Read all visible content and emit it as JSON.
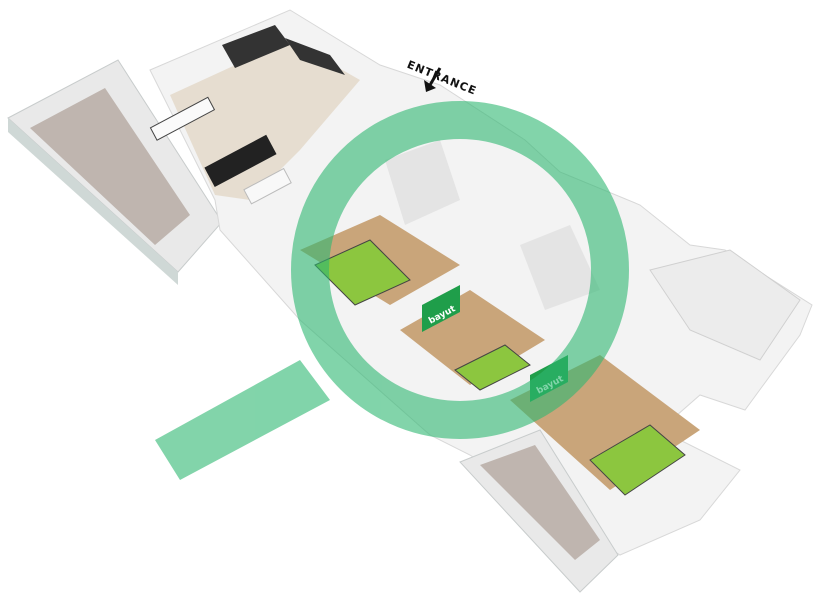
{
  "plan": {
    "entrance_label": "ENTRANCE",
    "tv_logo_text": "bayut",
    "watermark": "bayut",
    "colors": {
      "wall": "#f2f2f2",
      "wall_shade": "#dcdcdc",
      "floor_tile": "#e8e0d4",
      "wood_floor": "#c9a57a",
      "bed_green": "#8cc63f",
      "watermark_green": "#2eb872",
      "tv_green": "#1f9e4a"
    }
  }
}
